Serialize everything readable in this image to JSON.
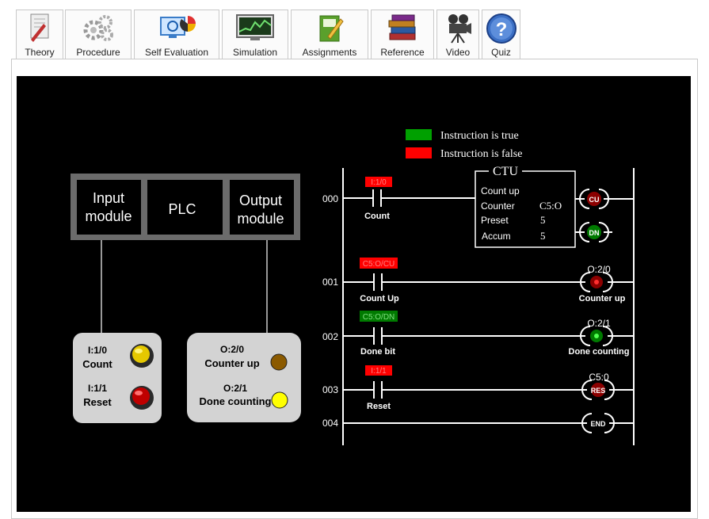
{
  "tabs": [
    {
      "label": "Theory",
      "icon": "theory-icon"
    },
    {
      "label": "Procedure",
      "icon": "gears-icon"
    },
    {
      "label": "Self Evaluation",
      "icon": "self-evaluation-icon"
    },
    {
      "label": "Simulation",
      "icon": "monitor-chart-icon"
    },
    {
      "label": "Assignments",
      "icon": "notebook-pen-icon"
    },
    {
      "label": "Reference",
      "icon": "books-icon"
    },
    {
      "label": "Video",
      "icon": "camera-icon"
    },
    {
      "label": "Quiz",
      "icon": "question-icon"
    }
  ],
  "legend": {
    "true_label": "Instruction is true",
    "true_color": "#00a000",
    "false_label": "Instruction is false",
    "false_color": "#ff0000"
  },
  "block": {
    "input": [
      "Input",
      "module"
    ],
    "plc": "PLC",
    "output": [
      "Output",
      "module"
    ]
  },
  "input_panel": {
    "count_addr": "I:1/0",
    "count_label": "Count",
    "reset_addr": "I:1/1",
    "reset_label": "Reset"
  },
  "output_panel": {
    "up_addr": "O:2/0",
    "up_label": "Counter up",
    "up_color": "#8b5a00",
    "done_addr": "O:2/1",
    "done_label": "Done counting",
    "done_color": "#ffff00"
  },
  "ladder": {
    "rungs": [
      "000",
      "001",
      "002",
      "003",
      "004"
    ],
    "r0_tag": "I:1/0",
    "r0_label": "Count",
    "ctu_title": "CTU",
    "ctu_rows": [
      {
        "k": "Count up",
        "v": ""
      },
      {
        "k": "Counter",
        "v": "C5:O"
      },
      {
        "k": "Preset",
        "v": "5"
      },
      {
        "k": "Accum",
        "v": "5"
      }
    ],
    "cu": "CU",
    "dn": "DN",
    "r1_tag": "C5:O/CU",
    "r1_label": "Count  Up",
    "r1_out_addr": "O:2/0",
    "r1_out_label": "Counter up",
    "r2_tag": "C5:O/DN",
    "r2_label": "Done bit",
    "r2_out_addr": "O:2/1",
    "r2_out_label": "Done counting",
    "r3_tag": "I:1/1",
    "r3_label": "Reset",
    "r3_out_addr": "C5:0",
    "res": "RES",
    "end": "END"
  }
}
